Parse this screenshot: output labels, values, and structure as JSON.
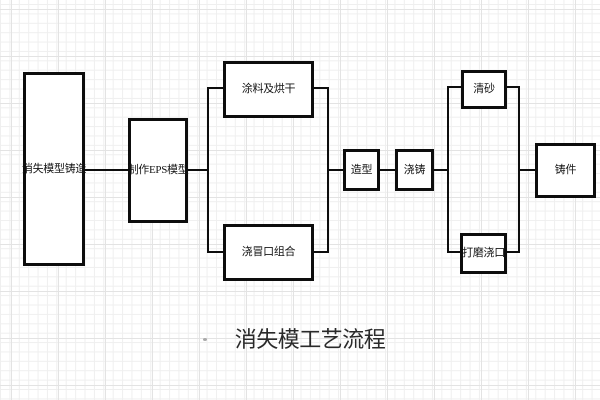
{
  "diagram": {
    "title": "消失模工艺流程",
    "nodes": [
      {
        "id": "lost-foam-model-casting",
        "label": "消失模型铸造"
      },
      {
        "id": "make-eps-model",
        "label": "制作EPS模型"
      },
      {
        "id": "coating-and-drying",
        "label": "涂料及烘干"
      },
      {
        "id": "gating-riser-assembly",
        "label": "浇冒口组合"
      },
      {
        "id": "molding",
        "label": "造型"
      },
      {
        "id": "pouring",
        "label": "浇铸"
      },
      {
        "id": "sand-cleaning",
        "label": "清砂"
      },
      {
        "id": "grind-gate",
        "label": "打磨浇口"
      },
      {
        "id": "casting-part",
        "label": "铸件"
      }
    ],
    "edges": [
      {
        "from": "消失模型铸造",
        "to": "制作EPS模型"
      },
      {
        "from": "制作EPS模型",
        "to": "涂料及烘干"
      },
      {
        "from": "制作EPS模型",
        "to": "浇冒口组合"
      },
      {
        "from": "涂料及烘干",
        "to": "造型"
      },
      {
        "from": "浇冒口组合",
        "to": "造型"
      },
      {
        "from": "造型",
        "to": "浇铸"
      },
      {
        "from": "浇铸",
        "to": "清砂"
      },
      {
        "from": "浇铸",
        "to": "打磨浇口"
      },
      {
        "from": "清砂",
        "to": "铸件"
      },
      {
        "from": "打磨浇口",
        "to": "铸件"
      }
    ],
    "colors": {
      "node_border": "#0d0d0d",
      "node_fill": "#ffffff",
      "connector": "#0d0d0d",
      "node_text": "#161616",
      "title_text": "#2a2a2a",
      "background": "#ffffff",
      "grid_minor": "#efefef",
      "grid_major": "#e3e3e3"
    }
  }
}
